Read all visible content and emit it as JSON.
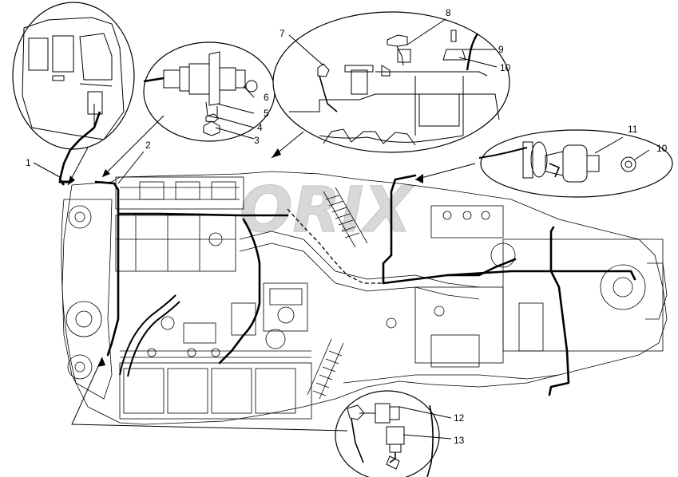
{
  "diagram": {
    "callouts": [
      {
        "id": "c1",
        "text": "1"
      },
      {
        "id": "c2",
        "text": "2"
      },
      {
        "id": "c3",
        "text": "3"
      },
      {
        "id": "c4",
        "text": "4"
      },
      {
        "id": "c5",
        "text": "5"
      },
      {
        "id": "c6",
        "text": "6"
      },
      {
        "id": "c7",
        "text": "7"
      },
      {
        "id": "c8",
        "text": "8"
      },
      {
        "id": "c9",
        "text": "9"
      },
      {
        "id": "c10a",
        "text": "10"
      },
      {
        "id": "c11",
        "text": "11"
      },
      {
        "id": "c10b",
        "text": "10"
      },
      {
        "id": "c12",
        "text": "12"
      },
      {
        "id": "c13",
        "text": "13"
      }
    ],
    "watermark": "ORIX",
    "colors": {
      "line": "#000000",
      "background": "#ffffff",
      "watermark": "#d0d0d0"
    }
  }
}
